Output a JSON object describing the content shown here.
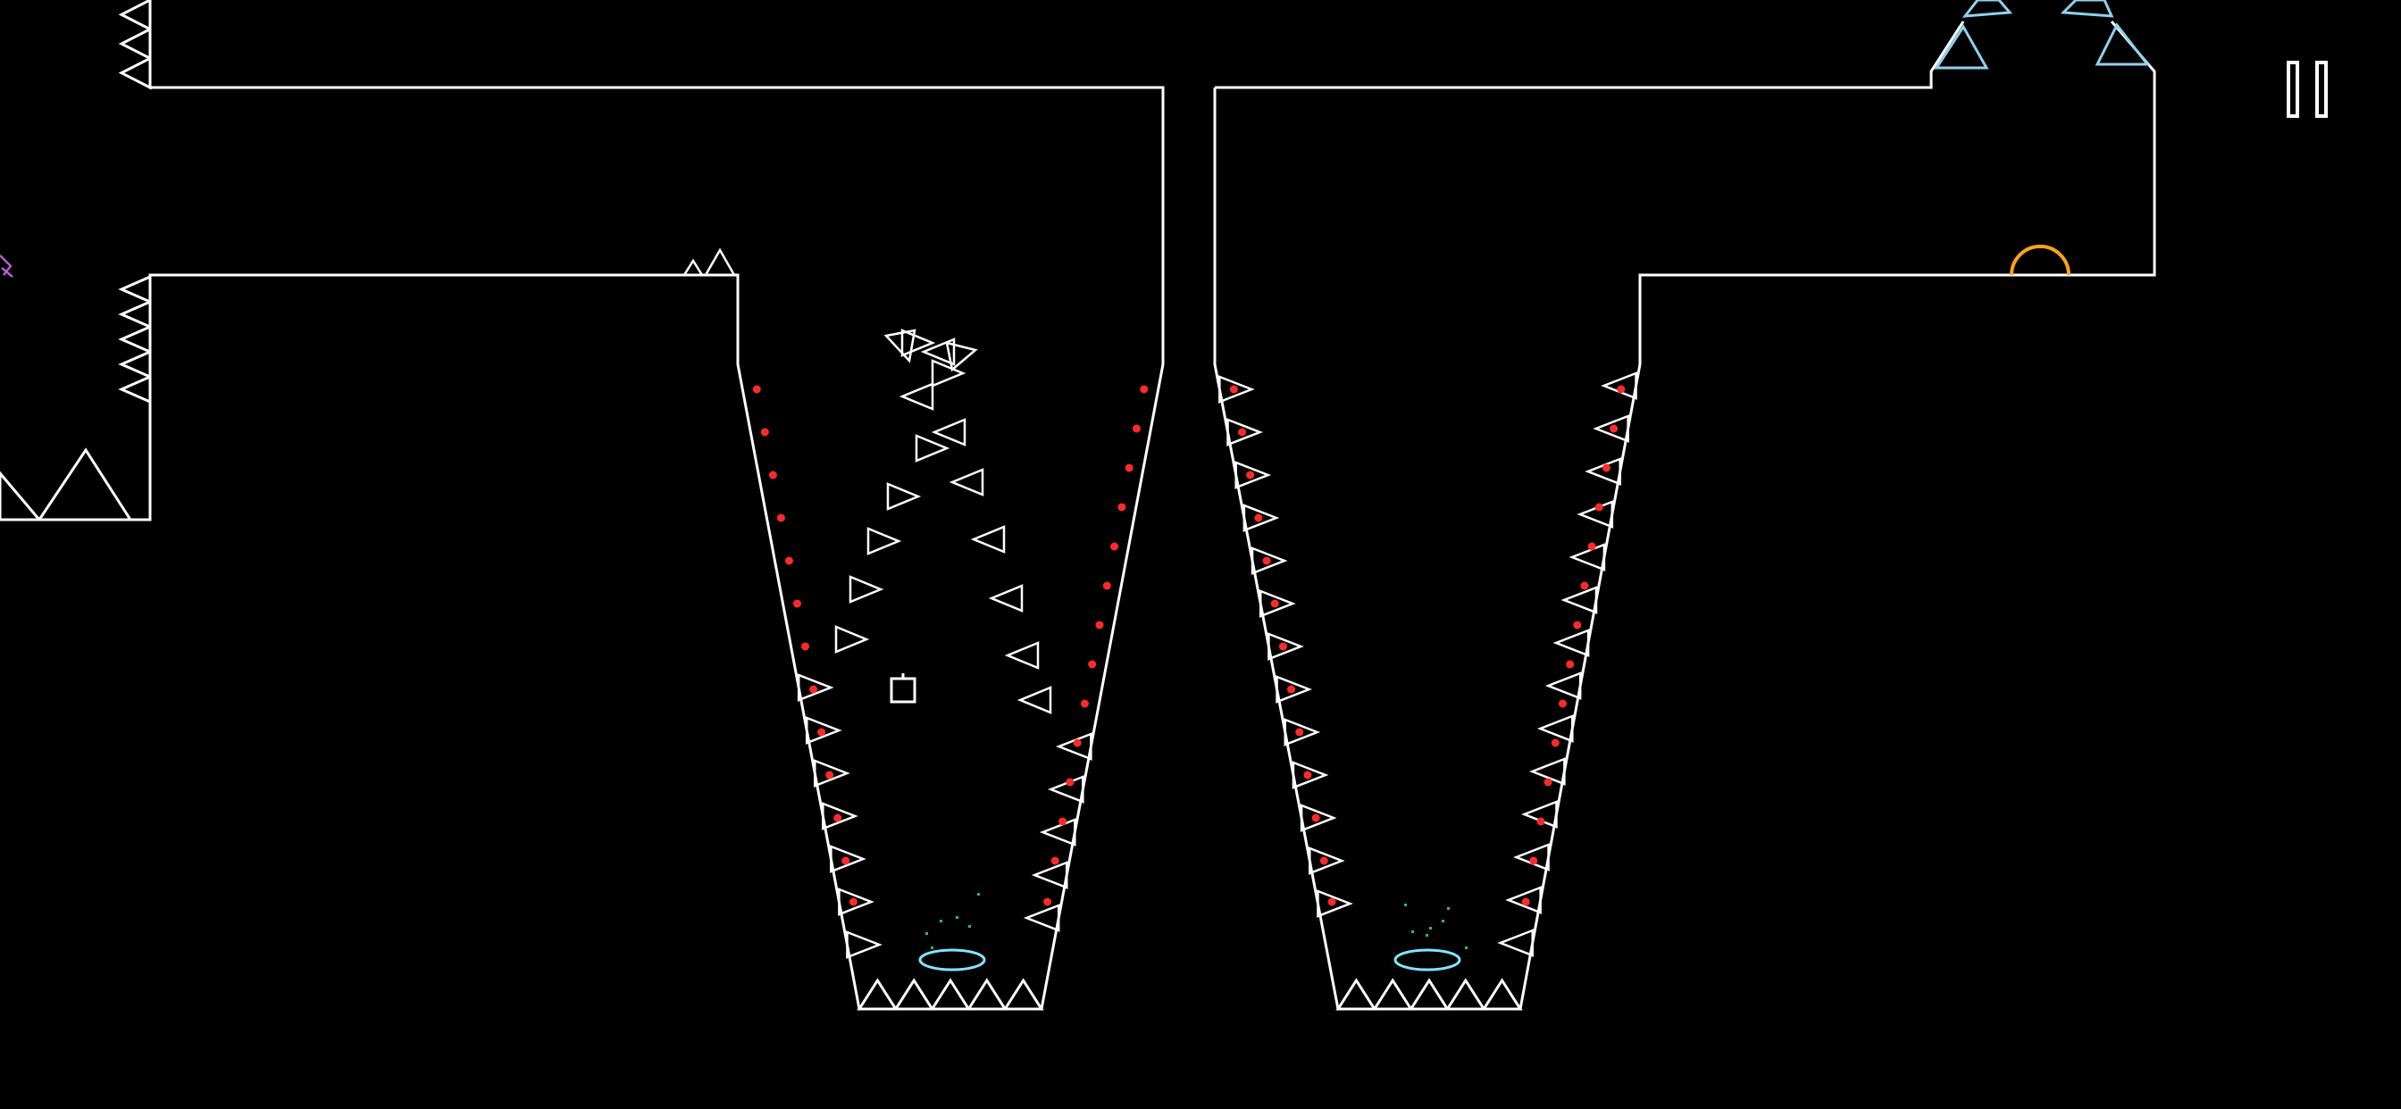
{
  "game": {
    "title": "",
    "state": "playing",
    "background_color": "#000000",
    "wall_color": "#ffffff",
    "hazard_color": "#ffffff",
    "enemy_dot_color": "#ff2a2a",
    "portal_color": "#7fe6ff",
    "particle_color": "#2fbf4f",
    "exit_color": "#ffa31a",
    "top_spike_color": "#8fd2ee",
    "offscreen_object_color": "#b060d0"
  },
  "hud": {
    "pause_button": {
      "icon": "pause-icon",
      "color": "#ffffff"
    }
  },
  "level": {
    "objects": [
      {
        "kind": "player-square",
        "icon": "square"
      },
      {
        "kind": "spawn-portal-left",
        "icon": "ellipse-ring"
      },
      {
        "kind": "spawn-portal-right",
        "icon": "ellipse-ring"
      },
      {
        "kind": "exit-door",
        "icon": "half-circle"
      },
      {
        "kind": "spike-triangles",
        "icon": "triangle-outline"
      },
      {
        "kind": "enemy-dots",
        "icon": "red-dot"
      }
    ]
  }
}
